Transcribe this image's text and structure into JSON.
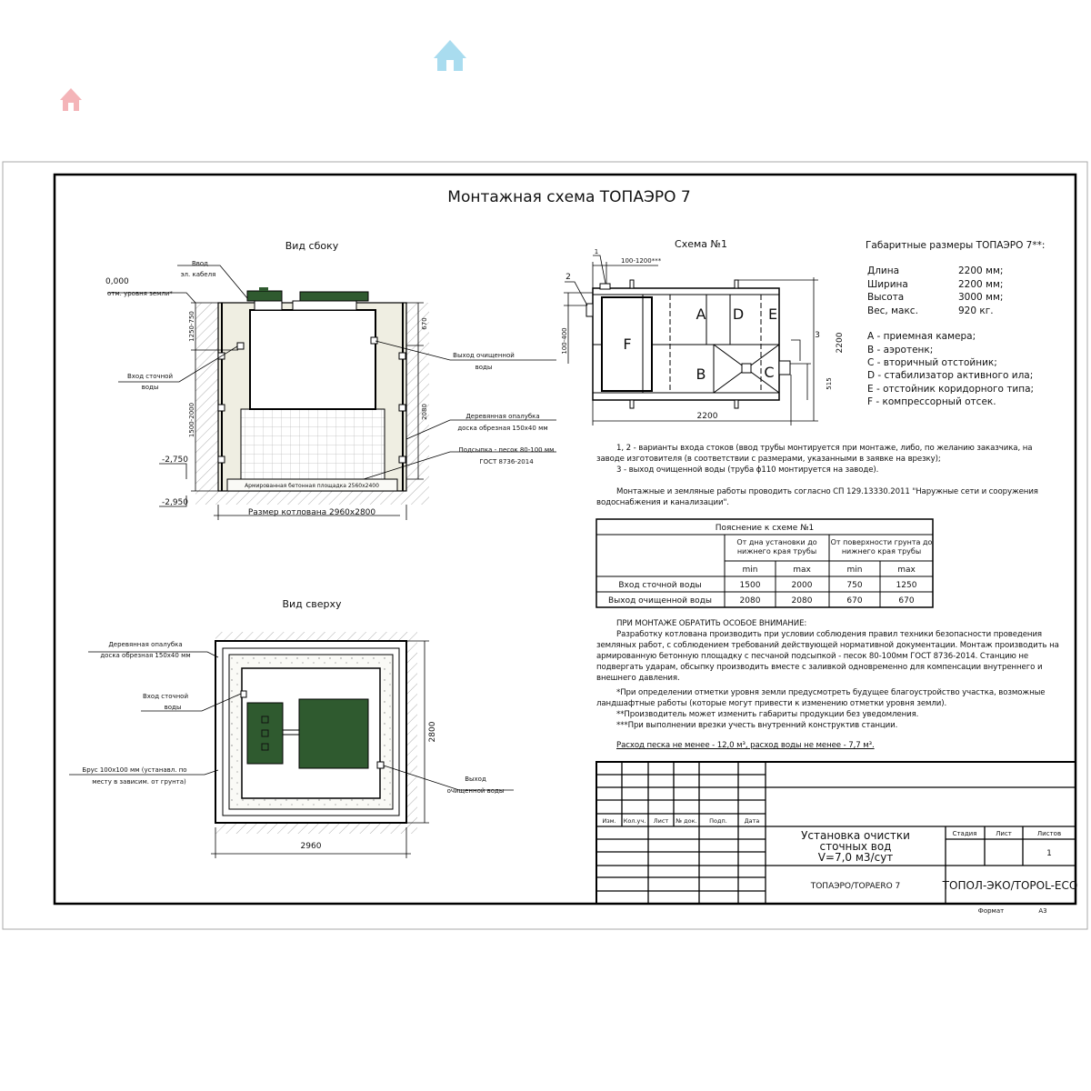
{
  "title": "Монтажная схема ТОПАЭРО 7",
  "side_view": {
    "heading": "Вид сбоку",
    "cable_entry": [
      "Ввод",
      "эл. кабеля"
    ],
    "ground_level": [
      "0,000",
      "отм. уровня земли*"
    ],
    "inlet": [
      "Вход сточной",
      "воды"
    ],
    "outlet": [
      "Выход очищенной",
      "воды"
    ],
    "formwork": [
      "Деревянная опалубка",
      "доска обрезная 150x40 мм"
    ],
    "sand": [
      "Подсыпка - песок 80-100 мм",
      "ГОСТ 8736-2014"
    ],
    "slab": "Армированная бетонная площадка 2560x2400",
    "pit_size": "Размер котлована 2960x2800",
    "dims": {
      "d1": "1250-750",
      "d2": "1500-2000",
      "d3": "670",
      "d4": "2080",
      "lvl1": "-2,750",
      "lvl2": "-2,950"
    }
  },
  "top_view": {
    "heading": "Вид сверху",
    "formwork": [
      "Деревянная опалубка",
      "доска обрезная 150x40 мм"
    ],
    "inlet": [
      "Вход сточной",
      "воды"
    ],
    "beam": [
      "Брус 100x100 мм (устанавл. по",
      "месту в зависим. от грунта)"
    ],
    "outlet": [
      "Выход",
      "очищенной воды"
    ],
    "width": "2960",
    "depth": "2800"
  },
  "scheme": {
    "heading": "Схема №1",
    "labels": {
      "p1": "1",
      "p2": "2",
      "p3": "3",
      "a": "A",
      "b": "B",
      "c": "C",
      "d": "D",
      "e": "E",
      "f": "F"
    },
    "dims": {
      "offset": "100-1200***",
      "inlet_h": "100-400",
      "length": "2200",
      "height": "2200",
      "outlet_h": "515"
    }
  },
  "overall": {
    "heading": "Габаритные размеры ТОПАЭРО 7**:",
    "rows": [
      {
        "k": "Длина",
        "v": "2200 мм;"
      },
      {
        "k": "Ширина",
        "v": "2200 мм;"
      },
      {
        "k": "Высота",
        "v": "3000 мм;"
      },
      {
        "k": "Вес, макс.",
        "v": "920 кг."
      }
    ],
    "legend": [
      "A - приемная камера;",
      "B - аэротенк;",
      "C - вторичный отстойник;",
      "D - стабилизатор активного ила;",
      "E - отстойник коридорного типа;",
      "F - компрессорный отсек."
    ]
  },
  "notes": {
    "n1": "1, 2 - варианты входа  стоков (ввод трубы монтируется при монтаже, либо, по желанию заказчика, на заводе изготовителя (в соответствии с размерами, указанными в заявке на врезку);",
    "n2": "3 - выход очищенной воды (труба ϕ110 монтируется на заводе).",
    "n3": "Монтажные и земляные работы проводить согласно СП 129.13330.2011 \"Наружные сети и сооружения водоснабжения и канализации\"."
  },
  "table": {
    "title": "Пояснение к схеме №1",
    "group1": "От дна установки до нижнего края трубы",
    "group2": "От поверхности грунта до нижнего края трубы",
    "sub": [
      "min",
      "max",
      "min",
      "max"
    ],
    "rows": [
      {
        "label": "Вход сточной воды",
        "values": [
          "1500",
          "2000",
          "750",
          "1250"
        ]
      },
      {
        "label": "Выход очищенной воды",
        "values": [
          "2080",
          "2080",
          "670",
          "670"
        ]
      }
    ]
  },
  "attention": {
    "heading": "ПРИ МОНТАЖЕ ОБРАТИТЬ ОСОБОЕ ВНИМАНИЕ:",
    "p1": "Разработку котлована производить при условии соблюдения правил техники безопасности проведения земляных работ, с соблюдением требований действующей нормативной документации.  Монтаж производить на армированную бетонную площадку с песчаной подсыпкой - песок 80-100мм ГОСТ 8736-2014. Станцию не подвергать ударам, обсыпку производить вместе с заливкой одновременно для компенсации внутреннего и внешнего давления.",
    "p2": "*При определении отметки уровня земли предусмотреть будущее благоустройство участка, возможные ландшафтные работы (которые могут привести к изменению отметки уровня земли).",
    "p3": "**Производитель может изменить габариты продукции без уведомления.",
    "p4": "***При выполнении врезки учесть внутренний конструктив станции.",
    "consumption": "Расход песка не менее - 12,0 м³, расход воды не менее - 7,7 м³."
  },
  "stamp": {
    "cols": [
      "Изм.",
      "Кол.уч.",
      "Лист",
      "№ док.",
      "Подп.",
      "Дата"
    ],
    "name": [
      "Установка очистки",
      "сточных вод",
      "V=7,0 м3/сут"
    ],
    "stage": "Стадия",
    "sheet": "Лист",
    "sheets": "Листов",
    "sheets_value": "1",
    "product": "ТОПАЭРО/TOPAERO 7",
    "company": "ТОПОЛ-ЭКО/TOPOL-ECO",
    "format_label": "Формат",
    "format_value": "А3"
  },
  "colors": {
    "tank_green": "#2f5a2f",
    "sand": "#efeee2",
    "watermark_pink": "#f4b4b8",
    "watermark_blue": "#a9dcef"
  }
}
